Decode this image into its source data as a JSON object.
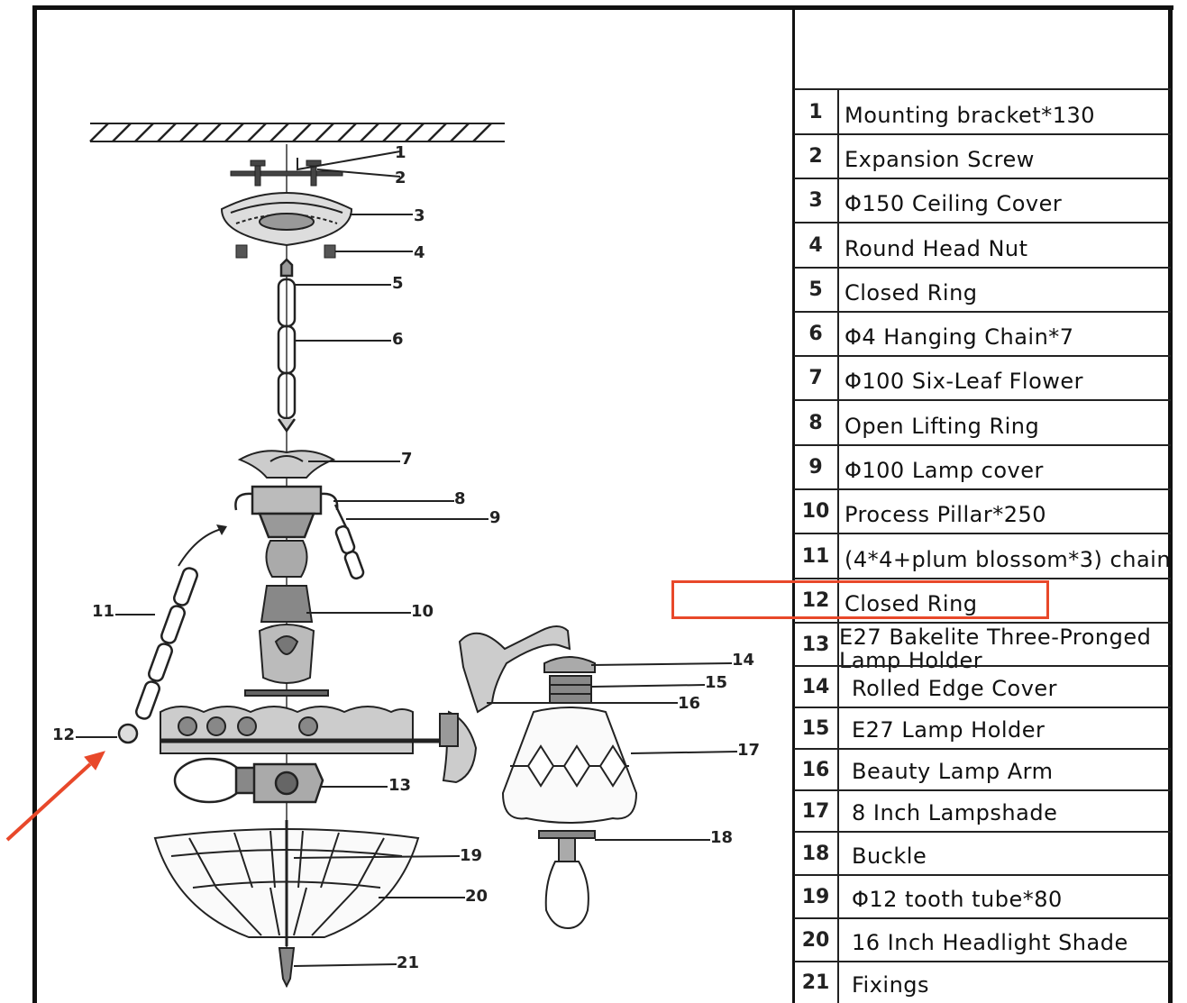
{
  "callouts": [
    "1",
    "2",
    "3",
    "4",
    "5",
    "6",
    "7",
    "8",
    "9",
    "10",
    "11",
    "12",
    "13",
    "14",
    "15",
    "16",
    "17",
    "18",
    "19",
    "20",
    "21"
  ],
  "parts": [
    {
      "num": "1",
      "name": "Mounting bracket*130"
    },
    {
      "num": "2",
      "name": "Expansion Screw"
    },
    {
      "num": "3",
      "name": "Φ150 Ceiling Cover"
    },
    {
      "num": "4",
      "name": "Round Head Nut"
    },
    {
      "num": "5",
      "name": "Closed Ring"
    },
    {
      "num": "6",
      "name": "Φ4 Hanging Chain*7"
    },
    {
      "num": "7",
      "name": "Φ100 Six-Leaf Flower"
    },
    {
      "num": "8",
      "name": "Open Lifting Ring"
    },
    {
      "num": "9",
      "name": "Φ100 Lamp cover"
    },
    {
      "num": "10",
      "name": "Process Pillar*250"
    },
    {
      "num": "11",
      "name": "(4*4+plum blossom*3) chain"
    },
    {
      "num": "12",
      "name": "Closed Ring"
    },
    {
      "num": "13",
      "name": "E27 Bakelite Three-Pronged Lamp Holder"
    },
    {
      "num": "14",
      "name": "Rolled Edge Cover"
    },
    {
      "num": "15",
      "name": "E27 Lamp Holder"
    },
    {
      "num": "16",
      "name": "Beauty Lamp Arm"
    },
    {
      "num": "17",
      "name": "8 Inch Lampshade"
    },
    {
      "num": "18",
      "name": "Buckle"
    },
    {
      "num": "19",
      "name": "Φ12 tooth tube*80"
    },
    {
      "num": "20",
      "name": "16 Inch Headlight Shade"
    },
    {
      "num": "21",
      "name": "Fixings"
    }
  ],
  "highlight": {
    "part": "12",
    "color": "#e8482a"
  }
}
